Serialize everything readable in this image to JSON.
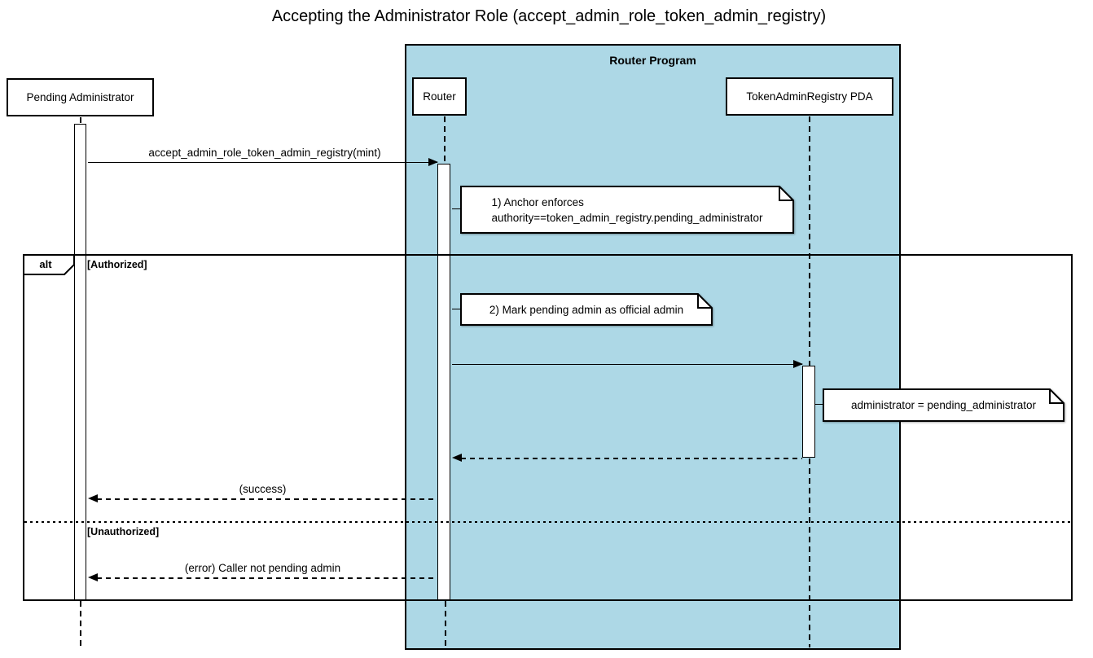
{
  "title": "Accepting the Administrator Role (accept_admin_role_token_admin_registry)",
  "program_frame": {
    "label": "Router Program",
    "fill_color": "#add8e6"
  },
  "participants": {
    "pending_admin": {
      "label": "Pending Administrator"
    },
    "router": {
      "label": "Router"
    },
    "registry_pda": {
      "label": "TokenAdminRegistry PDA"
    }
  },
  "messages": {
    "accept_call": {
      "label": "accept_admin_role_token_admin_registry(mint)",
      "style": "solid-arrow",
      "from": "Pending Administrator",
      "to": "Router"
    },
    "update_call": {
      "label": "",
      "style": "solid-arrow",
      "from": "Router",
      "to": "TokenAdminRegistry PDA"
    },
    "update_return": {
      "label": "",
      "style": "dashed-arrow",
      "from": "TokenAdminRegistry PDA",
      "to": "Router"
    },
    "success_return": {
      "label": "(success)",
      "style": "dashed-arrow",
      "from": "Router",
      "to": "Pending Administrator"
    },
    "error_return": {
      "label": "(error) Caller not pending admin",
      "style": "dashed-arrow",
      "from": "Router",
      "to": "Pending Administrator"
    }
  },
  "notes": {
    "anchor_check": {
      "line1": "1) Anchor enforces",
      "line2": "authority==token_admin_registry.pending_administrator"
    },
    "mark_admin": {
      "line1": "2) Mark pending admin as official admin"
    },
    "assignment": {
      "line1": "administrator = pending_administrator"
    }
  },
  "alt_frame": {
    "operator": "alt",
    "guard_authorized": "[Authorized]",
    "guard_unauthorized": "[Unauthorized]"
  },
  "colors": {
    "stroke": "#000000",
    "background": "#ffffff",
    "program_frame_fill": "#add8e6"
  }
}
